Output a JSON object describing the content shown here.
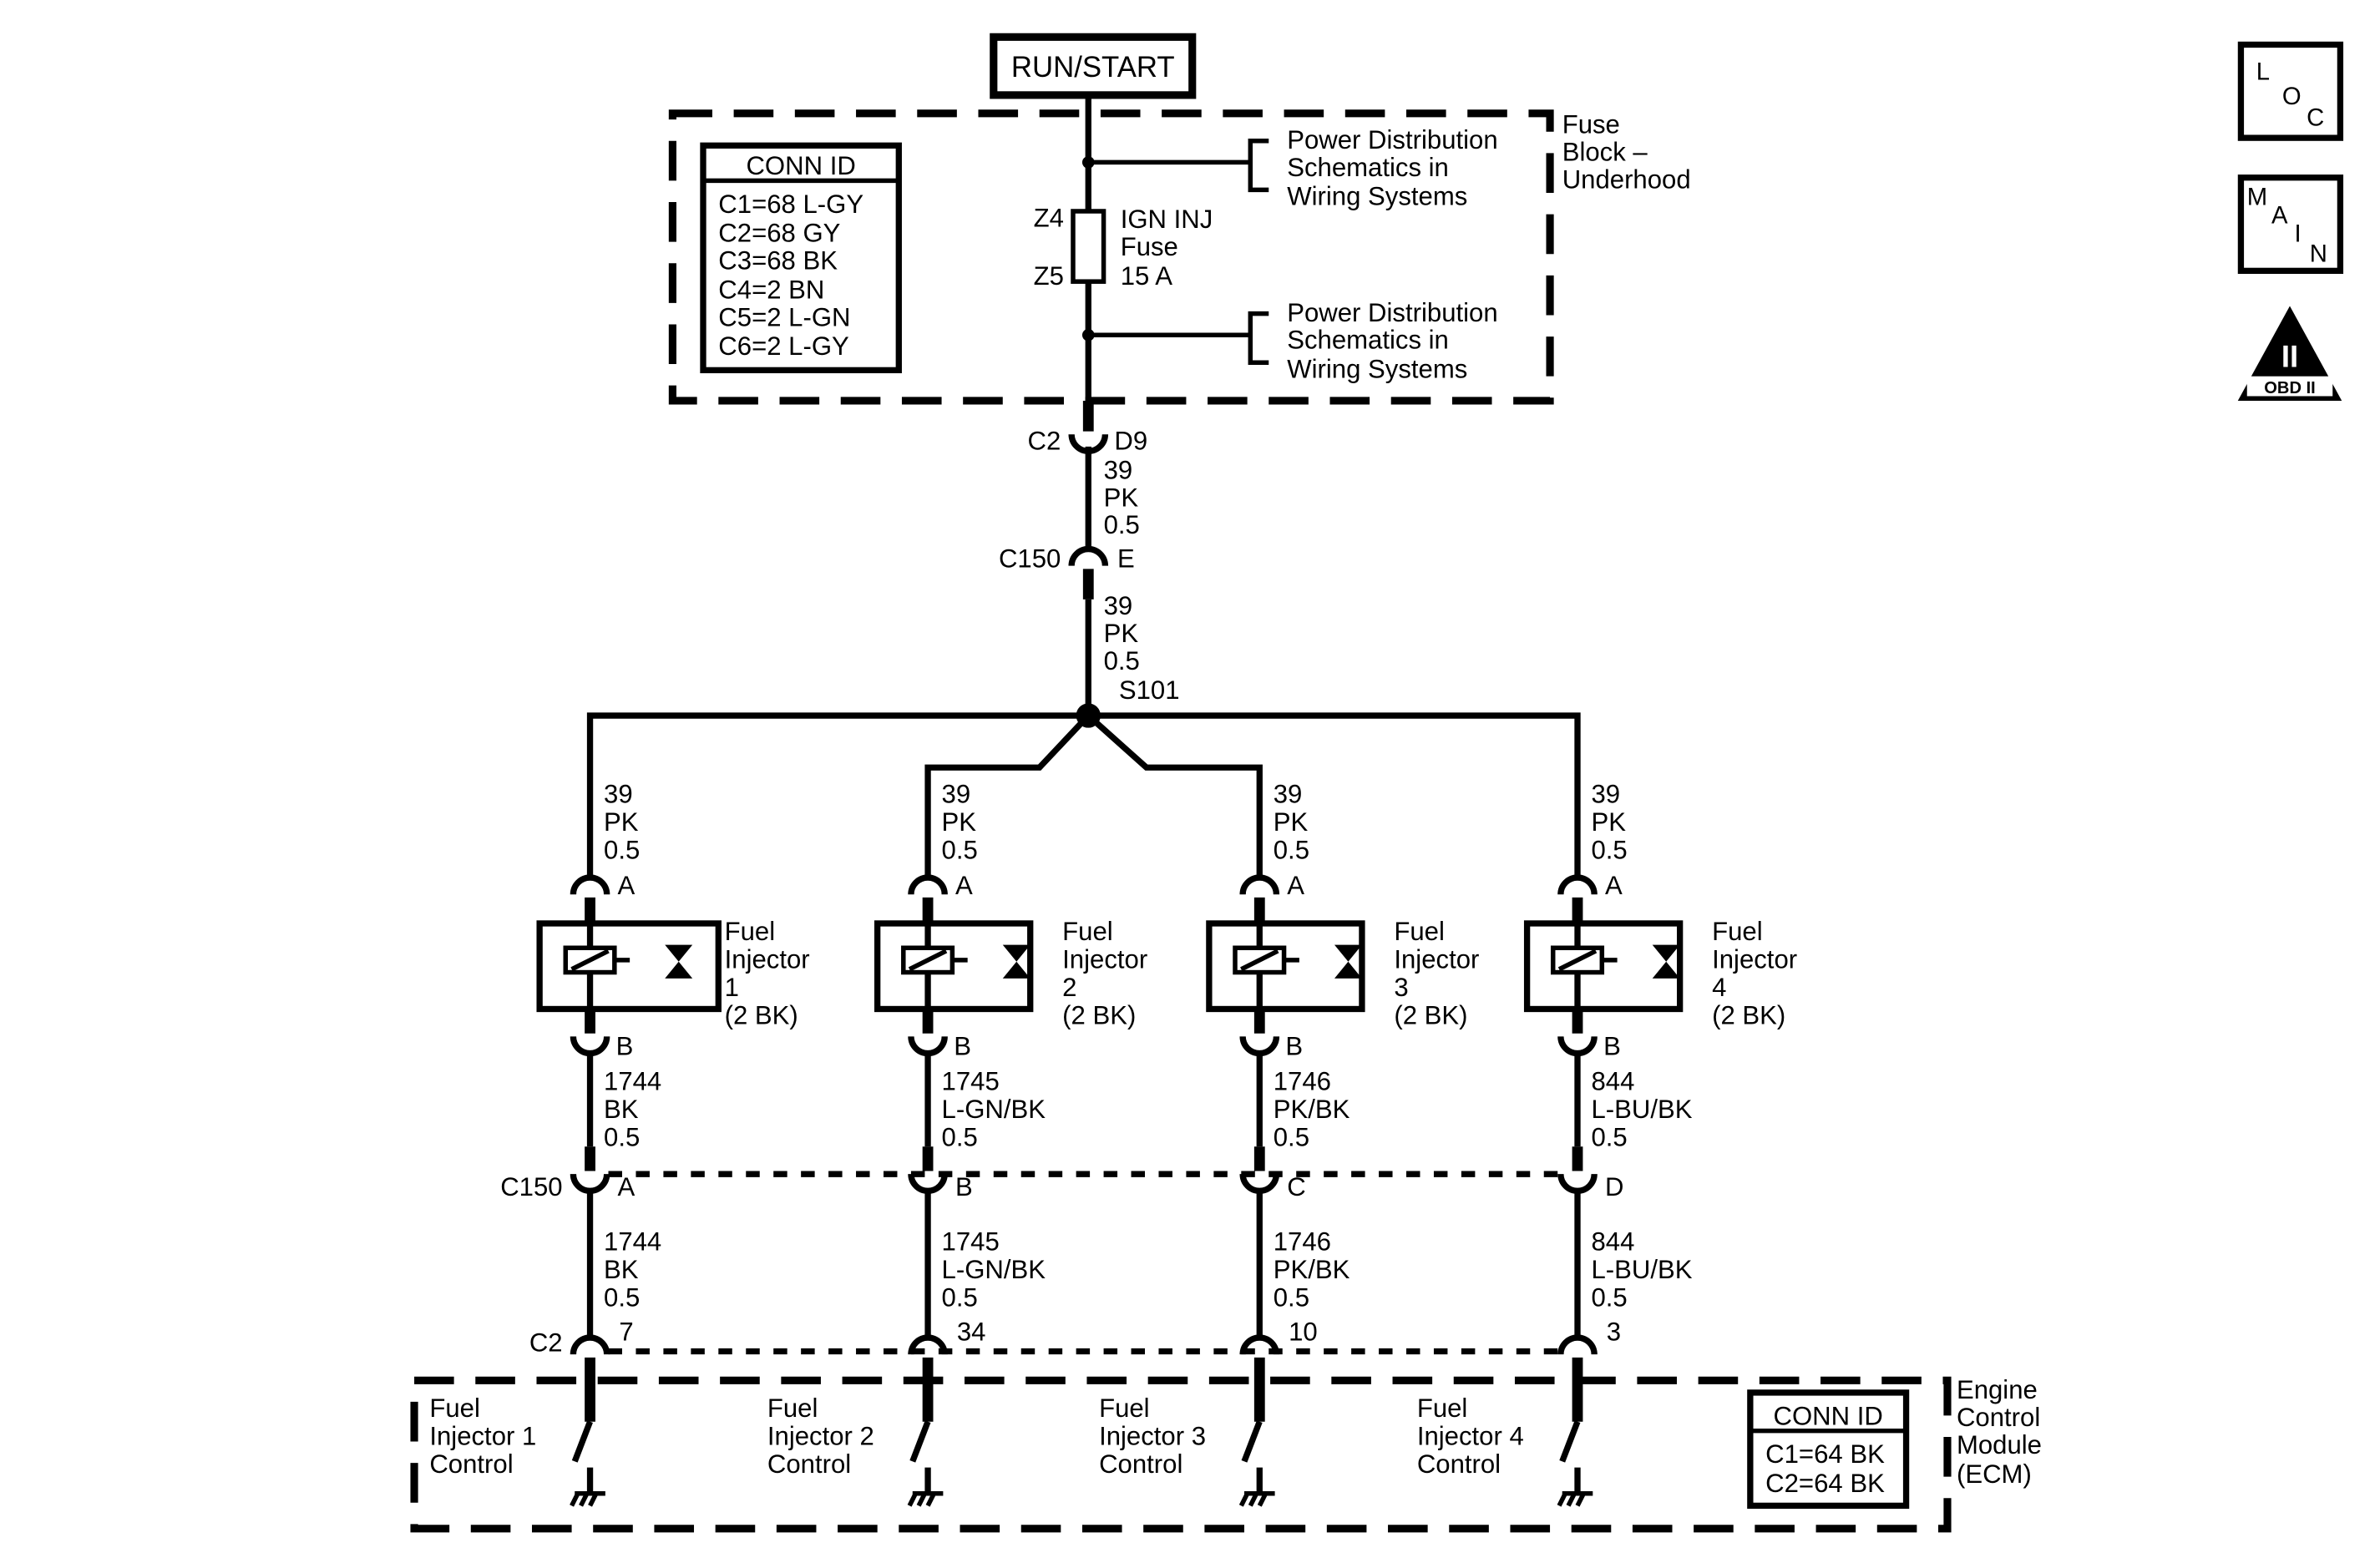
{
  "supply": {
    "label": "RUN/START"
  },
  "fuse_block": {
    "label": [
      "Fuse",
      "Block –",
      "Underhood"
    ],
    "conn_id": {
      "title": "CONN ID",
      "rows": [
        "C1=68 L-GY",
        "C2=68 GY",
        "C3=68 BK",
        "C4=2 BN",
        "C5=2 L-GN",
        "C6=2 L-GY"
      ]
    },
    "power_dist_1": [
      "Power Distribution",
      "Schematics in",
      "Wiring Systems"
    ],
    "power_dist_2": [
      "Power Distribution",
      "Schematics in",
      "Wiring Systems"
    ],
    "fuse": {
      "terminal_in": "Z4",
      "terminal_out": "Z5",
      "name": "IGN INJ",
      "type": "Fuse",
      "rating": "15 A"
    }
  },
  "feed": {
    "conn1": {
      "name": "C2",
      "pin": "D9"
    },
    "wire1": [
      "39",
      "PK",
      "0.5"
    ],
    "conn2": {
      "name": "C150",
      "pin": "E"
    },
    "wire2": [
      "39",
      "PK",
      "0.5"
    ],
    "splice": "S101"
  },
  "injectors": [
    {
      "feed_wire": [
        "39",
        "PK",
        "0.5"
      ],
      "pin_a": "A",
      "pin_b": "B",
      "label": [
        "Fuel",
        "Injector",
        "1",
        "(2 BK)"
      ],
      "out_wire": [
        "1744",
        "BK",
        "0.5"
      ],
      "c150_pin": "A",
      "ecm_wire": [
        "1744",
        "BK",
        "0.5"
      ],
      "c2_pin": "7",
      "ecm_label": [
        "Fuel",
        "Injector 1",
        "Control"
      ]
    },
    {
      "feed_wire": [
        "39",
        "PK",
        "0.5"
      ],
      "pin_a": "A",
      "pin_b": "B",
      "label": [
        "Fuel",
        "Injector",
        "2",
        "(2 BK)"
      ],
      "out_wire": [
        "1745",
        "L-GN/BK",
        "0.5"
      ],
      "c150_pin": "B",
      "ecm_wire": [
        "1745",
        "L-GN/BK",
        "0.5"
      ],
      "c2_pin": "34",
      "ecm_label": [
        "Fuel",
        "Injector 2",
        "Control"
      ]
    },
    {
      "feed_wire": [
        "39",
        "PK",
        "0.5"
      ],
      "pin_a": "A",
      "pin_b": "B",
      "label": [
        "Fuel",
        "Injector",
        "3",
        "(2 BK)"
      ],
      "out_wire": [
        "1746",
        "PK/BK",
        "0.5"
      ],
      "c150_pin": "C",
      "ecm_wire": [
        "1746",
        "PK/BK",
        "0.5"
      ],
      "c2_pin": "10",
      "ecm_label": [
        "Fuel",
        "Injector 3",
        "Control"
      ]
    },
    {
      "feed_wire": [
        "39",
        "PK",
        "0.5"
      ],
      "pin_a": "A",
      "pin_b": "B",
      "label": [
        "Fuel",
        "Injector",
        "4",
        "(2 BK)"
      ],
      "out_wire": [
        "844",
        "L-BU/BK",
        "0.5"
      ],
      "c150_pin": "D",
      "ecm_wire": [
        "844",
        "L-BU/BK",
        "0.5"
      ],
      "c2_pin": "3",
      "ecm_label": [
        "Fuel",
        "Injector 4",
        "Control"
      ]
    }
  ],
  "connectors": {
    "c150_label": "C150",
    "c2_label": "C2"
  },
  "ecm": {
    "label": [
      "Engine",
      "Control",
      "Module",
      "(ECM)"
    ],
    "conn_id": {
      "title": "CONN ID",
      "rows": [
        "C1=64 BK",
        "C2=64 BK"
      ]
    }
  },
  "nav_icons": {
    "loc": [
      "L",
      "O",
      "C"
    ],
    "main": [
      "M",
      "A",
      "I",
      "N"
    ],
    "obd": {
      "numeral": "II",
      "caption": "OBD II"
    }
  }
}
